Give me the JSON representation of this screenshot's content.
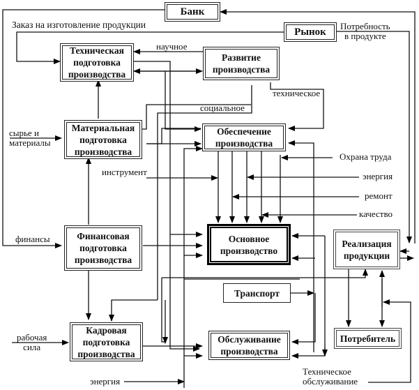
{
  "diagram": {
    "boxes": {
      "bank": "Банк",
      "market": "Рынок",
      "tech_prep": "Техническая подготовка производства",
      "dev": "Развитие производства",
      "material_prep": "Материальная подготовка производства",
      "supply": "Обеспечение производства",
      "finance_prep": "Финансовая подготовка производства",
      "main_prod": "Основное производство",
      "sales": "Реализация продукции",
      "transport": "Транспорт",
      "hr_prep": "Кадровая подготовка производства",
      "service": "Обслуживание производства",
      "consumer": "Потребитель"
    },
    "labels": {
      "order": "Заказ на изготовление продукции",
      "need_line1": "Потребность",
      "need_line2": "в продукте",
      "scientific": "научное",
      "technical": "техническое",
      "social": "социальное",
      "raw_line1": "сырье и",
      "raw_line2": "материалы",
      "tool": "инструмент",
      "safety": "Охрана труда",
      "energy_right": "энергия",
      "repair": "ремонт",
      "quality": "качество",
      "finance": "финансы",
      "labor_line1": "рабочая",
      "labor_line2": "сила",
      "energy_bottom": "энергия",
      "maint_line1": "Техническое",
      "maint_line2": "обслуживание"
    }
  }
}
